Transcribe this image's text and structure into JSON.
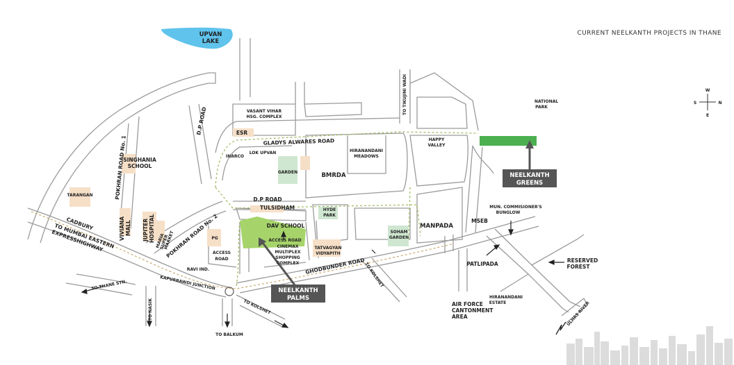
{
  "header": {
    "title": "CURRENT NEELKANTH PROJECTS IN THANE"
  },
  "compass": {
    "north": "N",
    "south": "S",
    "east": "E",
    "west": "W"
  },
  "water": {
    "lake_line1": "UPVAN",
    "lake_line2": "LAKE",
    "river": "ULHAS RIVER"
  },
  "roads": {
    "gladys": "GLADYS ALWARES ROAD",
    "dp_road_top": "D.P ROAD",
    "dp_road_mid": "D.P ROAD",
    "pokhran1": "POKHRAN ROAD No. 1",
    "pokhran2": "POKHRAN ROAD No. 2",
    "ghodbunder": "GHODBUNDER ROAD",
    "eastern_line1": "TO MUMBAI EASTERN",
    "eastern_line2": "EXPRESSHIGHWAY",
    "tikujini": "TO TIKUJINI WADI",
    "kolshet_right": "TO KOLSHET",
    "kolshet_bottom": "TO KOLSHET",
    "thane_stn": "TO THANE STN.",
    "nasik": "TO NASIK",
    "balkum": "TO BALKUM",
    "kapurbawdi": "KAPURBAWDI JUNCTION",
    "access_left_line1": "ACCESS",
    "access_left_line2": "ROAD",
    "access_right": "ACCESS ROAD"
  },
  "places": {
    "vasant_line1": "VASANT VIHAR",
    "vasant_line2": "HSG. COMPLEX",
    "esr": "ESR",
    "singhania_line1": "SINGHANIA",
    "singhania_line2": "SCHOOL",
    "tarangan": "TARANGAN",
    "cadbury": "CADBURY",
    "viviana_line1": "VIVIANA",
    "viviana_line2": "MALL",
    "jupiter_line1": "JUPITER",
    "jupiter_line2": "HOSPITAL",
    "maria_line1": "MARIA",
    "maria_line2": "SUPER",
    "maria_line3": "MARKET",
    "pg": "PG",
    "ravi": "RAVI IND.",
    "inarco": "INARCO",
    "lok_upvan": "LOK UPVAN",
    "garden": "GARDEN",
    "bmrda": "BMRDA",
    "hiranandani_meadows_line1": "HIRANANDANI",
    "hiranandani_meadows_line2": "MEADOWS",
    "happy_line1": "HAPPY",
    "happy_line2": "VALLEY",
    "national_line1": "NATIONAL",
    "national_line2": "PARK",
    "tulsidham": "TULSIDHAM",
    "dav_school": "DAV SCHOOL",
    "hyde_line1": "HYDE",
    "hyde_line2": "PARK",
    "cinemax_line1": "CINEMAX",
    "cinemax_line2": "MULTIPLEX",
    "cinemax_line3": "SHOPPING",
    "cinemax_line4": "COMPLEX",
    "tatvagyan_line1": "TATVAGYAN",
    "tatvagyan_line2": "VIDYAPITH",
    "soham_line1": "SOHAM",
    "soham_line2": "GARDEN",
    "manpada": "MANPADA",
    "mseb": "MSEB",
    "mun_line1": "MUN. COMMISIONER'S",
    "mun_line2": "BUNGLOW",
    "patlipada": "PATLIPADA",
    "reserved_line1": "RESERVED",
    "reserved_line2": "FOREST",
    "airforce_line1": "AIR FORCE",
    "airforce_line2": "CANTONMENT",
    "airforce_line3": "AREA",
    "hiranandani_estate_line1": "HIRANANDANI",
    "hiranandani_estate_line2": "ESTATE"
  },
  "projects": {
    "greens_line1": "NEELKANTH",
    "greens_line2": "GREENS",
    "palms_line1": "NEELKANTH",
    "palms_line2": "PALMS"
  },
  "colors": {
    "project_green": "#4caf50",
    "palms_green": "#a6d46a",
    "label_box": "#555555",
    "lake": "#5fc3ec",
    "landmark": "#f6dfc7",
    "park": "#cfe6d0",
    "skyline": "#dcdcdc"
  },
  "icons": [
    "compass-icon",
    "river-arrow-icon",
    "skyline-icon"
  ]
}
